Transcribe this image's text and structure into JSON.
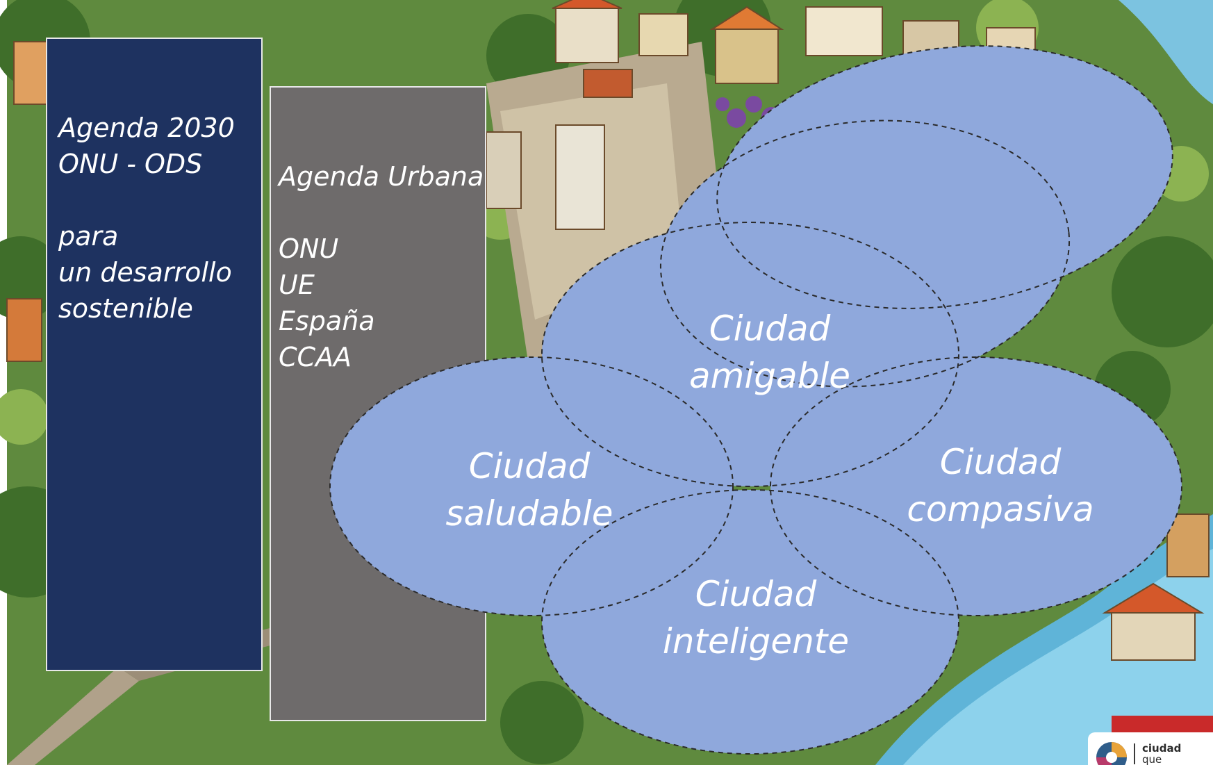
{
  "panels": {
    "agenda_2030": {
      "lines": [
        "Agenda 2030",
        "ONU - ODS",
        "",
        "para",
        "un desarrollo",
        "sostenible"
      ]
    },
    "agenda_urbana": {
      "lines": [
        "Agenda Urbana",
        "",
        "ONU",
        "UE",
        "España",
        "CCAA"
      ]
    }
  },
  "venn": {
    "fill_color": "#8fa8dc",
    "labels": {
      "amigable": [
        "Ciudad",
        "amigable"
      ],
      "saludable": [
        "Ciudad",
        "saludable"
      ],
      "compasiva": [
        "Ciudad",
        "compasiva"
      ],
      "inteligente": [
        "Ciudad",
        "inteligente"
      ]
    }
  },
  "logo": {
    "word1": "ciudad",
    "word2": "que"
  }
}
